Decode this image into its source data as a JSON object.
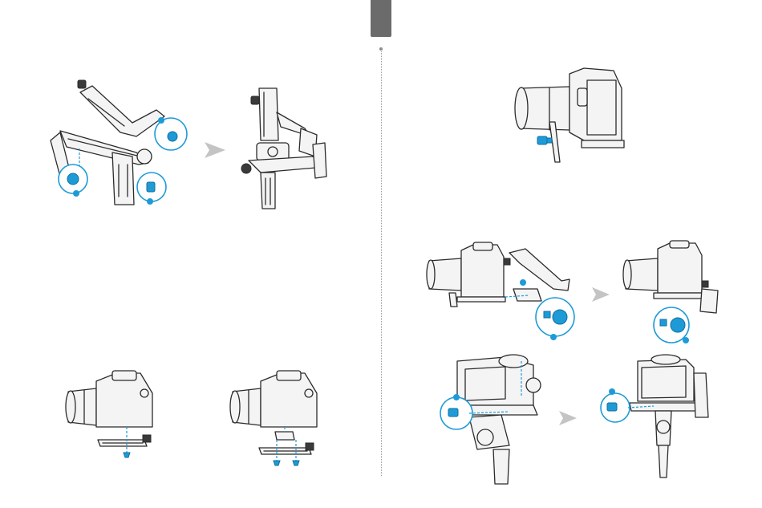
{
  "page": {
    "tab_marker": "",
    "colors": {
      "accent": "#1e9bd7",
      "tab_gray": "#6b6b6b",
      "line": "#2b2b2b",
      "arrow_gray": "#c4c4c4"
    },
    "figures": [
      {
        "id": "gimbal-folded-unlock",
        "icon": "gimbal-folded-icon"
      },
      {
        "id": "gimbal-unfolded",
        "icon": "gimbal-unfolded-icon"
      },
      {
        "id": "camera-quick-release-plate",
        "icon": "camera-plate-icon"
      },
      {
        "id": "camera-plate-with-riser",
        "icon": "camera-riser-plate-icon"
      },
      {
        "id": "camera-screw-attach",
        "icon": "camera-screw-icon"
      },
      {
        "id": "mount-camera-sequence",
        "icon": "mount-camera-icon"
      },
      {
        "id": "lock-camera-sequence",
        "icon": "lock-camera-icon"
      }
    ]
  }
}
